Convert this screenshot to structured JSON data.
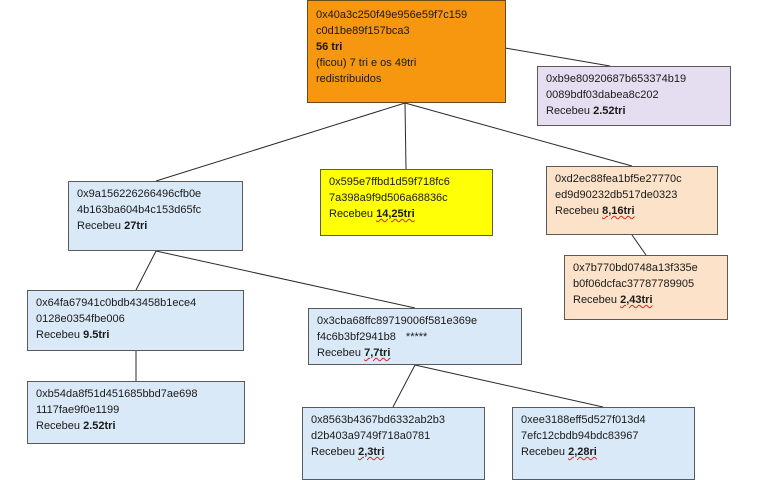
{
  "nodes": {
    "root": {
      "line1": "0x40a3c250f49e956e59f7c159",
      "line2": "c0d1be89f157bca3",
      "line3": "56 tri",
      "line4": "(ficou) 7 tri e os 49tri",
      "line5": "redistribuidos"
    },
    "purple": {
      "line1": "0xb9e80920687b653374b19",
      "line2": "0089bdf03dabea8c202",
      "prefix": "Recebeu ",
      "amount": "2.52tri"
    },
    "left": {
      "line1": "0x9a156226266496cfb0e",
      "line2": "4b163ba604b4c153d65fc",
      "prefix": "Recebeu ",
      "amount": "27tri"
    },
    "mid": {
      "line1": "0x595e7ffbd1d59f718fc6",
      "line2": "7a398a9f9d506a68836c",
      "prefix": "Recebeu ",
      "amount": "14,25tri"
    },
    "right": {
      "line1": "0xd2ec88fea1bf5e27770c",
      "line2": "ed9d90232db517de0323",
      "prefix": "Recebeu ",
      "amount": "8,16tri"
    },
    "rchild": {
      "line1": "0x7b770bd0748a13f335e",
      "line2": "b0f06dcfac37787789905",
      "prefix": "Recebeu ",
      "amount": "2,43tri"
    },
    "ll": {
      "line1": "0x64fa67941c0bdb43458b1ece4",
      "line2": "0128e0354fbe006",
      "prefix": "Recebeu ",
      "amount": "9.5tri"
    },
    "lm": {
      "line1": "0x3cba68ffc89719006f581e369e",
      "line2": "f4c6b3bf2941b8",
      "stars": "*****",
      "prefix": "Recebeu ",
      "amount": "7,7tri"
    },
    "lll": {
      "line1": "0xb54da8f51d451685bbd7ae698",
      "line2": "1117fae9f0e1199",
      "prefix": "Recebeu ",
      "amount": "2.52tri"
    },
    "lm1": {
      "line1": "0x8563b4367bd6332ab2b3",
      "line2": "d2b403a9749f718a0781",
      "prefix": "Recebeu ",
      "amount": "2,3tri"
    },
    "lm2": {
      "line1": "0xee3188eff5d527f013d4",
      "line2": "7efc12cbdb94bdc83967",
      "prefix": "Recebeu ",
      "amount": "2,28ri"
    }
  },
  "edges": [
    [
      "root",
      "purple"
    ],
    [
      "root",
      "left"
    ],
    [
      "root",
      "mid"
    ],
    [
      "root",
      "right"
    ],
    [
      "right",
      "rchild"
    ],
    [
      "left",
      "ll"
    ],
    [
      "left",
      "lm"
    ],
    [
      "ll",
      "lll"
    ],
    [
      "lm",
      "lm1"
    ],
    [
      "lm",
      "lm2"
    ]
  ],
  "colors": {
    "root": "#f7960f",
    "purple": "#e5def0",
    "blue": "#dae9f7",
    "yellow": "#ffff05",
    "peach": "#fbe2c8",
    "edge": "#2a2a2a"
  }
}
